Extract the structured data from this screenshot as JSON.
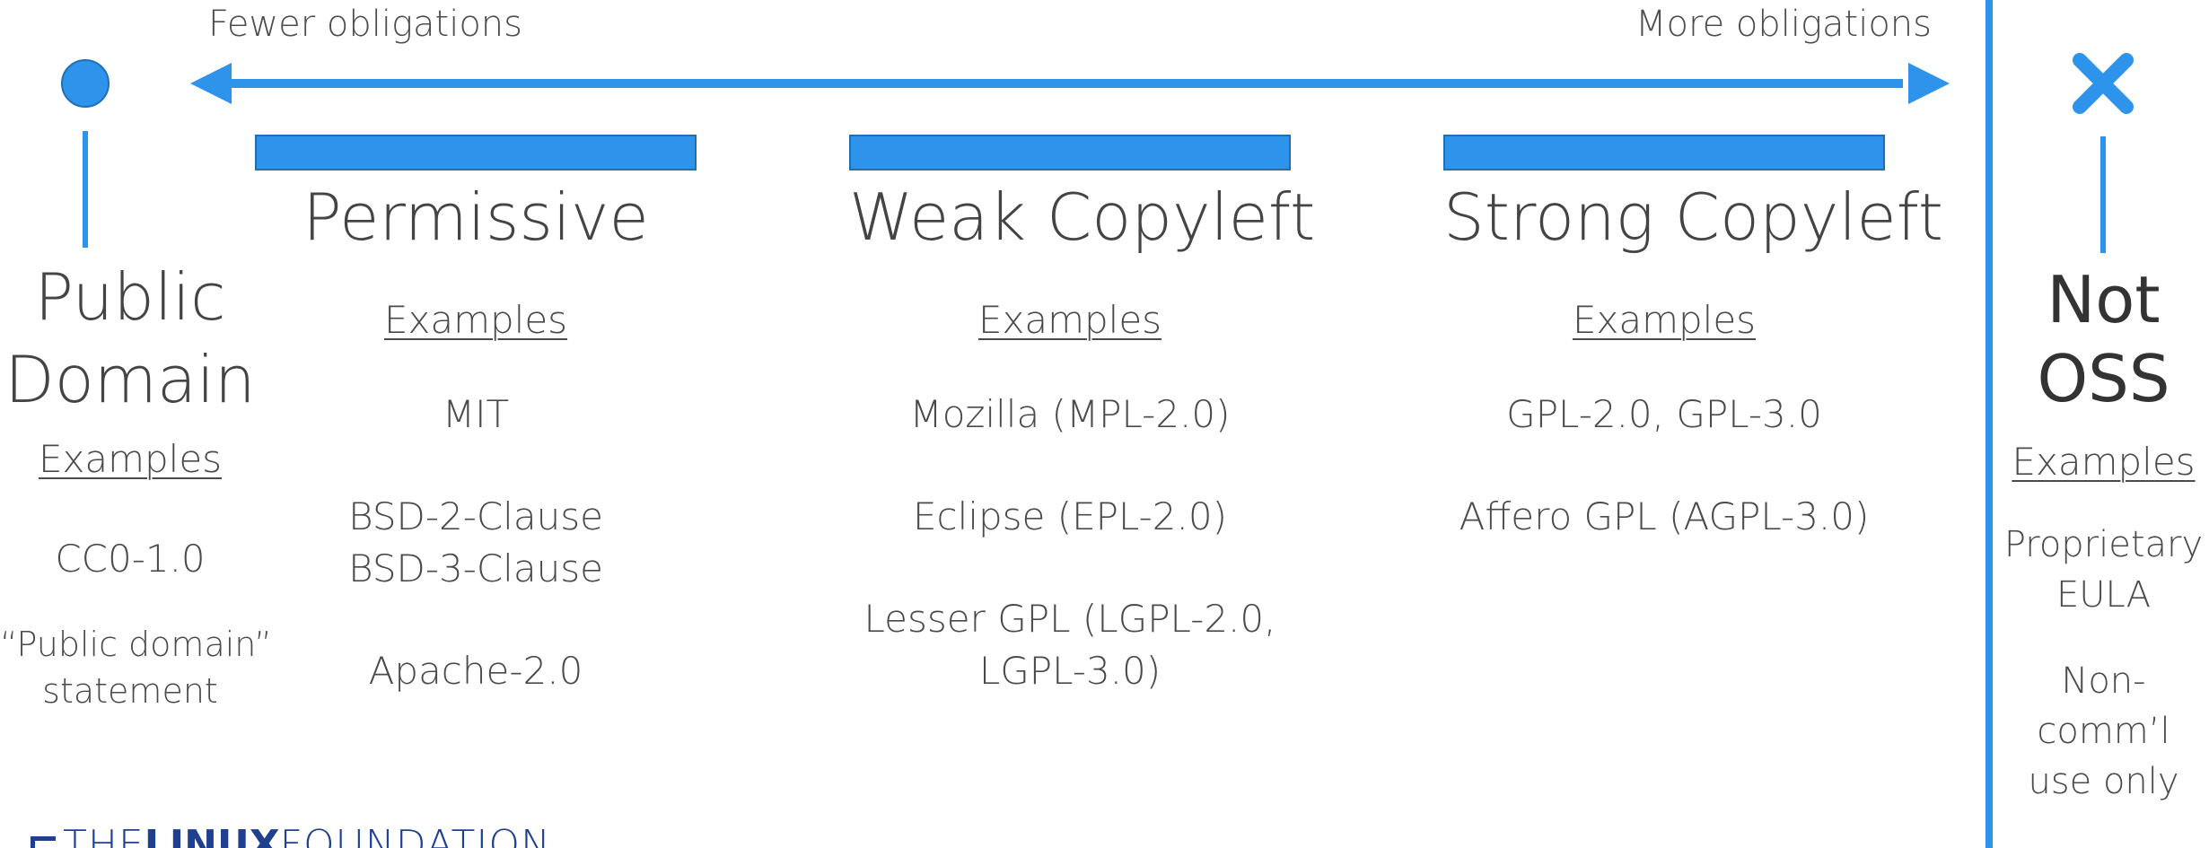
{
  "arrow": {
    "left_label": "Fewer obligations",
    "right_label": "More obligations",
    "color": "#2e93ea"
  },
  "public_domain": {
    "title_line1": "Public",
    "title_line2": "Domain",
    "examples_heading": "Examples",
    "examples": [
      "CC0-1.0",
      "“Public domain”",
      "statement"
    ],
    "icon": "circle-icon"
  },
  "categories": [
    {
      "title": "Permissive",
      "examples_heading": "Examples",
      "examples": [
        "MIT",
        "BSD-2-Clause",
        "BSD-3-Clause",
        "Apache-2.0"
      ]
    },
    {
      "title": "Weak Copyleft",
      "examples_heading": "Examples",
      "examples": [
        "Mozilla (MPL-2.0)",
        "Eclipse (EPL-2.0)",
        "Lesser GPL (LGPL-2.0,",
        "LGPL-3.0)"
      ]
    },
    {
      "title": "Strong Copyleft",
      "examples_heading": "Examples",
      "examples": [
        "GPL-2.0, GPL-3.0",
        "Affero GPL (AGPL-3.0)"
      ]
    }
  ],
  "not_oss": {
    "title_line1": "Not",
    "title_line2": "OSS",
    "examples_heading": "Examples",
    "examples": [
      "Proprietary",
      "EULA",
      "Non-",
      "comm’l",
      "use only"
    ],
    "icon": "x-icon"
  },
  "logo": {
    "part1": "THE",
    "part2": "LINUX",
    "part3": "FOUNDATION",
    "color": "#1f3f8f"
  }
}
